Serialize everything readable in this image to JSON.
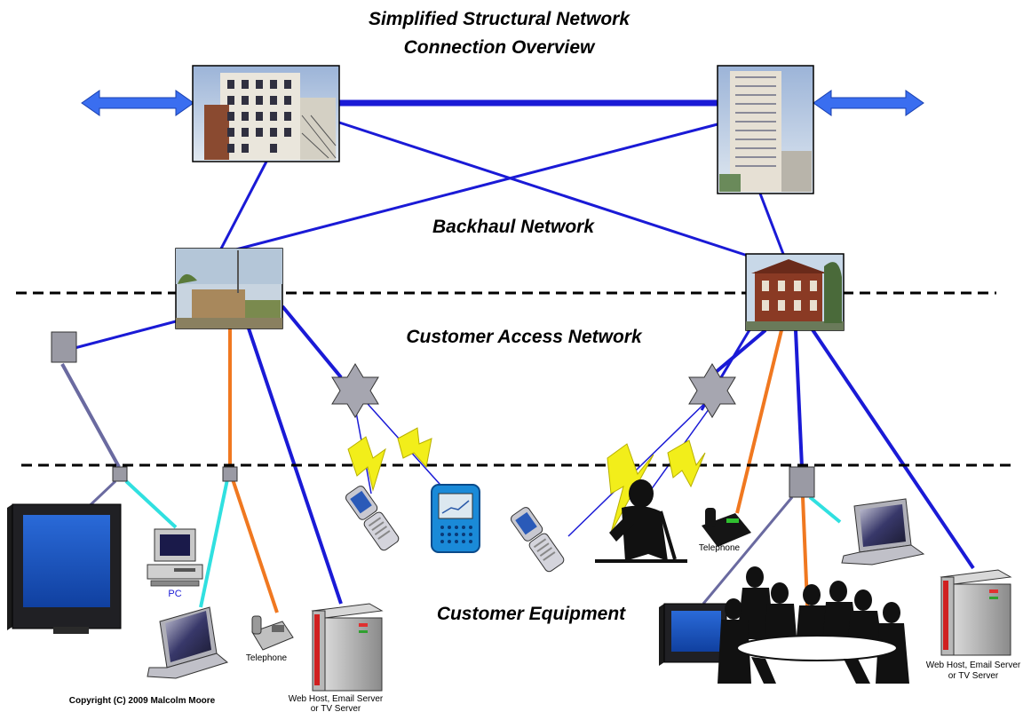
{
  "title": {
    "line1": "Simplified Structural Network",
    "line2": "Connection Overview"
  },
  "sections": {
    "backhaul": "Backhaul Network",
    "access": "Customer Access  Network",
    "equipment": "Customer  Equipment"
  },
  "labels": {
    "pc": "PC",
    "telephone_left": "Telephone",
    "telephone_right": "Telephone",
    "server_left_line1": "Web Host, Email Server",
    "server_left_line2": "or TV Server",
    "server_right_line1": "Web Host, Email Server",
    "server_right_line2": "or TV Server"
  },
  "copyright": "Copyright (C) 2009 Malcolm Moore",
  "colors": {
    "backhaul_link": "#1a1ad6",
    "copper_link": "#f07820",
    "coax_link": "#6a6aa0",
    "lan_link": "#30e0e0",
    "wireless": "#f2ee1a",
    "arrow": "#3a6ef0",
    "divider": "#000000"
  },
  "icons": [
    "building-icon",
    "exchange-icon",
    "hub-icon",
    "wireless-node-icon",
    "tv-icon",
    "pc-icon",
    "laptop-icon",
    "telephone-icon",
    "server-icon",
    "mobile-phone-icon",
    "blackberry-icon",
    "person-icon",
    "meeting-icon"
  ]
}
